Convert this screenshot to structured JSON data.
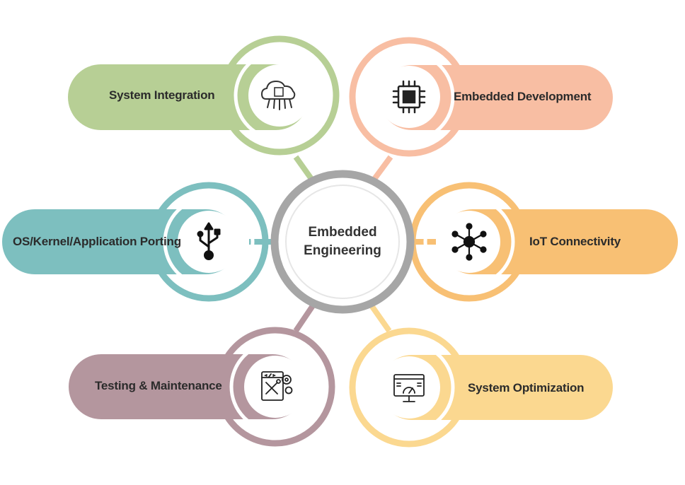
{
  "colors": {
    "green": "#b7cf95",
    "salmon": "#f8bea3",
    "teal": "#7dbfbf",
    "orange": "#f8c074",
    "mauve": "#b4969e",
    "yellow": "#fbd890",
    "center_ring": "#a6a6a6"
  },
  "center": {
    "line1": "Embedded",
    "line2": "Engineering"
  },
  "items": [
    {
      "label": "System Integration",
      "icon": "cloud-chip-icon",
      "color": "green"
    },
    {
      "label": "Embedded Development",
      "icon": "microchip-icon",
      "color": "salmon"
    },
    {
      "label": "OS/Kernel/Application Porting",
      "icon": "usb-icon",
      "color": "teal"
    },
    {
      "label": "IoT Connectivity",
      "icon": "network-hub-icon",
      "color": "orange"
    },
    {
      "label": "Testing & Maintenance",
      "icon": "code-tools-icon",
      "color": "mauve"
    },
    {
      "label": "System Optimization",
      "icon": "monitor-gauge-icon",
      "color": "yellow"
    }
  ]
}
